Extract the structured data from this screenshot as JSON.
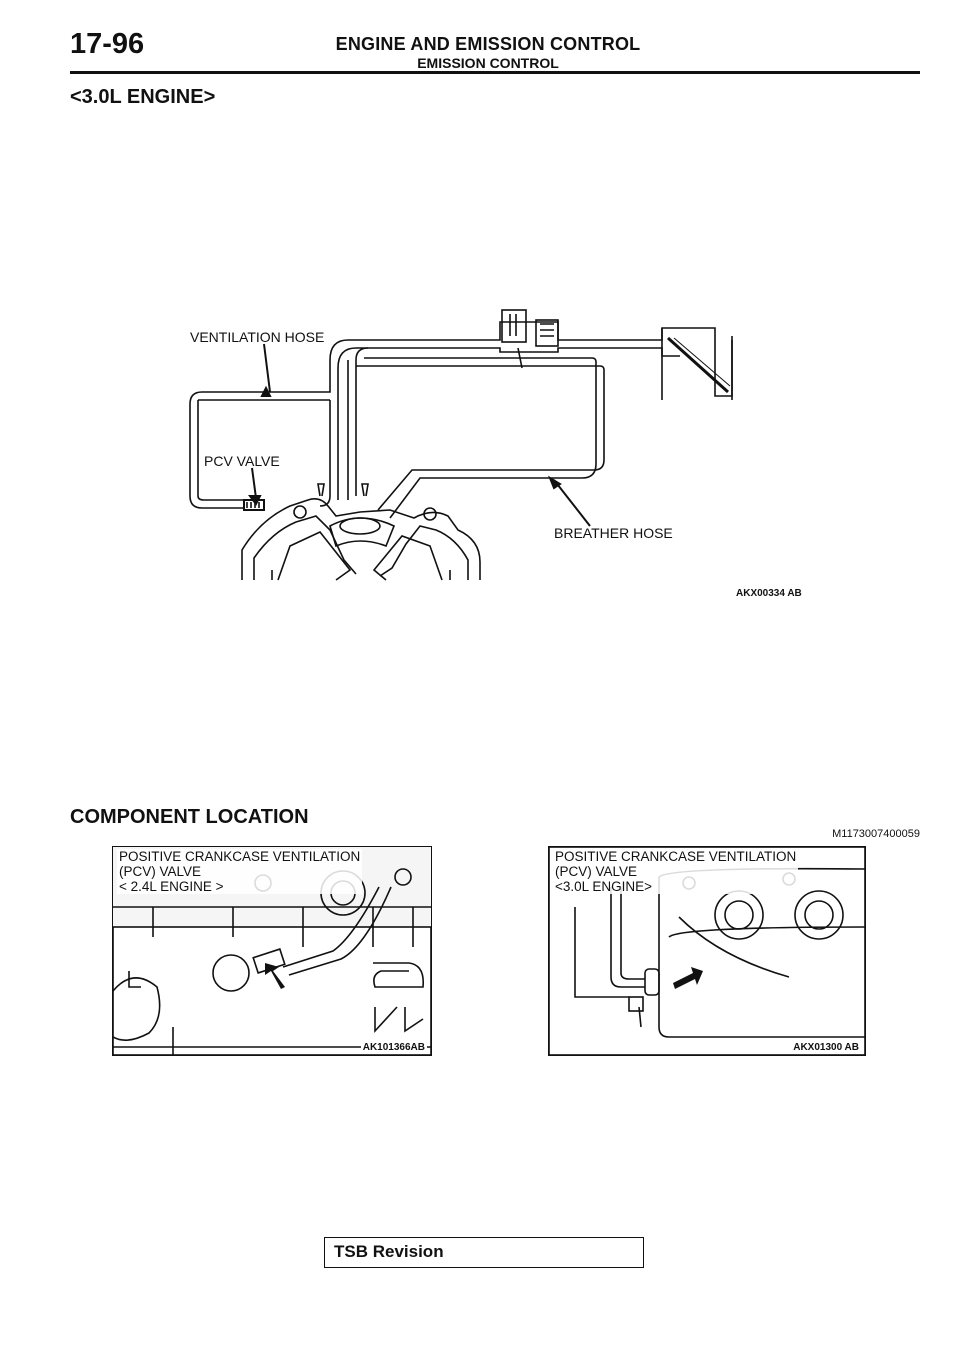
{
  "header": {
    "page_number": "17-96",
    "section_title": "ENGINE AND EMISSION CONTROL",
    "subsection_title": "EMISSION CONTROL"
  },
  "engine_heading": "<3.0L ENGINE>",
  "diagram": {
    "labels": {
      "ventilation_hose": "VENTILATION HOSE",
      "pcv_valve": "PCV VALVE",
      "breather_hose": "BREATHER HOSE"
    },
    "figure_code": "AKX00334 AB"
  },
  "component_location": {
    "heading": "COMPONENT LOCATION",
    "code": "M1173007400059",
    "photos": [
      {
        "caption_lines": [
          "POSITIVE CRANKCASE VENTILATION",
          "(PCV) VALVE",
          "< 2.4L ENGINE >"
        ],
        "figure_code": "AK101366AB"
      },
      {
        "caption_lines": [
          "POSITIVE CRANKCASE VENTILATION",
          "(PCV) VALVE",
          "<3.0L ENGINE>"
        ],
        "figure_code": "AKX01300 AB"
      }
    ]
  },
  "footer": {
    "tsb_label": "TSB Revision"
  }
}
